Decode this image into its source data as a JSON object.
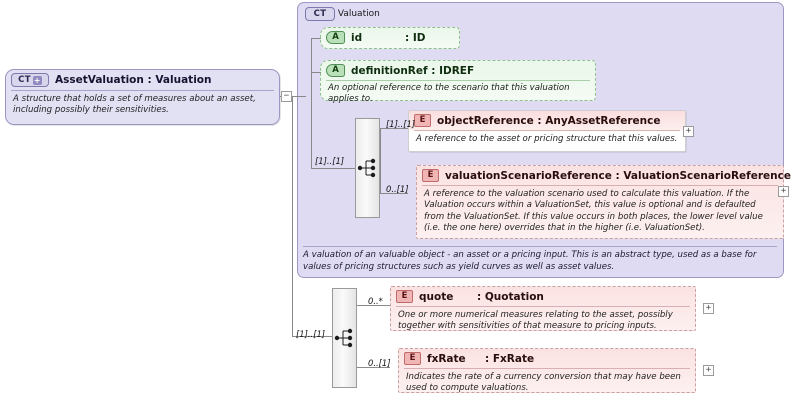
{
  "diagram": {
    "type": "xsd-schema-diagram",
    "title": "AssetValuation : Valuation"
  },
  "root": {
    "badge": "CT",
    "badge_expand": "+",
    "name": "AssetValuation : Valuation",
    "documentation": "A structure that holds a set of measures about an asset, including possibly their sensitivities.",
    "collapse_toggle": "−"
  },
  "complex_type": {
    "badge": "CT",
    "name": "Valuation",
    "documentation": "A valuation of an valuable object - an asset or a pricing input. This is an abstract type, used as a base for values of pricing structures such as yield curves as well as asset values."
  },
  "attributes": [
    {
      "badge": "A",
      "name": "id",
      "type": ": ID",
      "documentation": ""
    },
    {
      "badge": "A",
      "name": "definitionRef : IDREF",
      "type": "",
      "documentation": "An optional reference to the scenario that this valuation applies to."
    }
  ],
  "sequence_top": {
    "icon": "sequence-icon",
    "cardinality": "[1]..[1]"
  },
  "sequence_bottom": {
    "icon": "sequence-icon",
    "cardinality": "[1]..[1]"
  },
  "elements_top": [
    {
      "badge": "E",
      "name": "objectReference : AnyAssetReference",
      "documentation": "A reference to the asset or pricing structure that this values.",
      "cardinality": "[1]..[1]",
      "optional": false,
      "expand": "+"
    },
    {
      "badge": "E",
      "name": "valuationScenarioReference : ValuationScenarioReference",
      "documentation": "A reference to the valuation scenario used to calculate this valuation. If the Valuation occurs within a ValuationSet, this value is optional and is defaulted from the ValuationSet. If this value occurs in both places, the lower level value (i.e. the one here) overrides that in the higher (i.e. ValuationSet).",
      "cardinality": "0..[1]",
      "optional": true,
      "expand": "+"
    }
  ],
  "elements_bottom": [
    {
      "badge": "E",
      "name": "quote",
      "type": ": Quotation",
      "documentation": "One or more numerical measures relating to the asset, possibly together with sensitivities of that measure to pricing inputs.",
      "cardinality": "0..*",
      "optional": true,
      "expand": "+"
    },
    {
      "badge": "E",
      "name": "fxRate",
      "type": ": FxRate",
      "documentation": "Indicates the rate of a currency conversion that may have been used to compute valuations.",
      "cardinality": "0..[1]",
      "optional": true,
      "expand": "+"
    }
  ],
  "colors": {
    "container_bg": "#dedbf2",
    "container_border": "#9d99c4",
    "attribute_bg": "#eaf7ea",
    "attribute_border": "#8fbf8f",
    "element_bg": "#fbe2e2",
    "element_border": "#d9b4b4",
    "line": "#8a8a8a"
  }
}
